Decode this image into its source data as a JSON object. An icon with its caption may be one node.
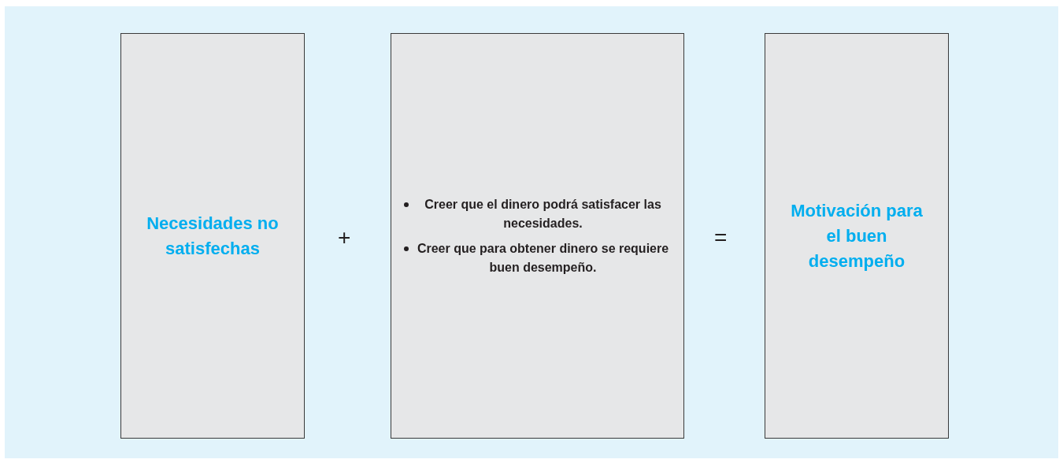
{
  "diagram": {
    "nodes": [
      {
        "text": [
          "Necesidades no satisfechas"
        ]
      },
      {
        "text": [
          "Creer que el dinero podrá satisfacer las necesidades.",
          "Creer que para obtener dinero se requiere buen desempeño."
        ]
      },
      {
        "text": [
          "Motivación para el buen desempeño"
        ]
      }
    ],
    "edges": [],
    "labels": [
      "+",
      "="
    ]
  }
}
